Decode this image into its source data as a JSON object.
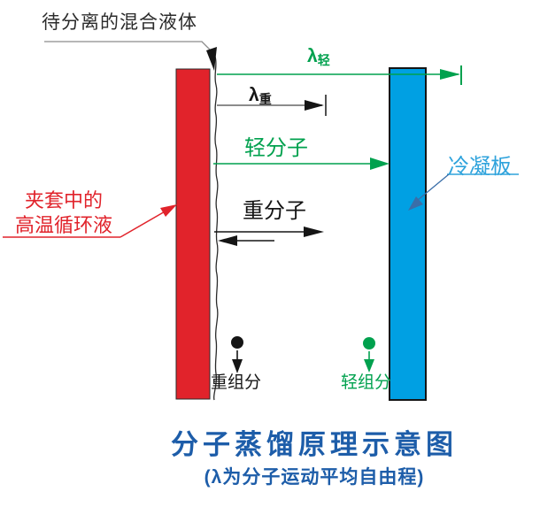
{
  "colors": {
    "hot_plate": "#e1232b",
    "cold_plate": "#00a0e3",
    "green": "#00a14e",
    "ink": "#151515",
    "gray_line": "#8c8c8c",
    "title_blue": "#1d5da9",
    "cold_label_blue": "#2fa3dc",
    "cold_leader_blue": "#3a6ea8",
    "jacket_red": "#e1232b",
    "film_line": "#2a2a2a"
  },
  "annotations": {
    "feed": "待分离的混合液体",
    "jacket_line1": "夹套中的",
    "jacket_line2": "高温循环液",
    "cold_plate": "冷凝板",
    "light_molecule": "轻分子",
    "heavy_molecule": "重分子",
    "lambda": "λ",
    "light_sub": "轻",
    "heavy_sub": "重",
    "heavy_fraction": "重组分",
    "light_fraction": "轻组分"
  },
  "title": {
    "main": "分子蒸馏原理示意图",
    "subtitle": "(λ为分子运动平均自由程)"
  }
}
